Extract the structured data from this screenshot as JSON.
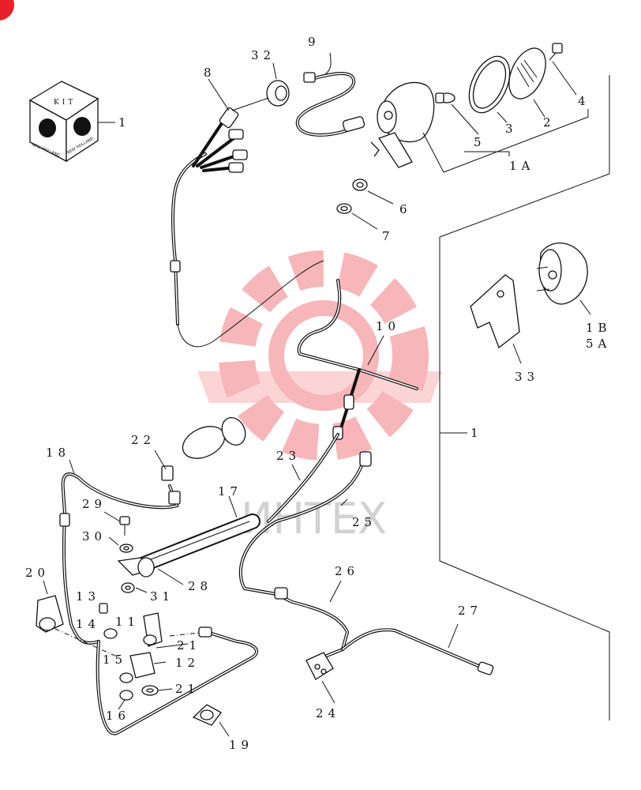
{
  "kit": {
    "text": "KIT",
    "brand": "NEW HOLLAND"
  },
  "watermark": {
    "text": "ИНТЕХ",
    "color": "#e8202a"
  },
  "corner_mark": {
    "color": "#e8202a"
  },
  "callouts": [
    {
      "id": "c1a",
      "label": "1"
    },
    {
      "id": "c9",
      "label": "9"
    },
    {
      "id": "c32",
      "label": "32"
    },
    {
      "id": "c8",
      "label": "8"
    },
    {
      "id": "c4",
      "label": "4"
    },
    {
      "id": "c2",
      "label": "2"
    },
    {
      "id": "c3",
      "label": "3"
    },
    {
      "id": "c5",
      "label": "5"
    },
    {
      "id": "c1A",
      "label": "1A"
    },
    {
      "id": "c6",
      "label": "6"
    },
    {
      "id": "c7",
      "label": "7"
    },
    {
      "id": "c1B",
      "label": "1B"
    },
    {
      "id": "c5A",
      "label": "5A"
    },
    {
      "id": "c33",
      "label": "33"
    },
    {
      "id": "c10",
      "label": "10"
    },
    {
      "id": "c1b",
      "label": "1"
    },
    {
      "id": "c22",
      "label": "22"
    },
    {
      "id": "c18",
      "label": "18"
    },
    {
      "id": "c23",
      "label": "23"
    },
    {
      "id": "c17",
      "label": "17"
    },
    {
      "id": "c25",
      "label": "25"
    },
    {
      "id": "c29",
      "label": "29"
    },
    {
      "id": "c30",
      "label": "30"
    },
    {
      "id": "c28",
      "label": "28"
    },
    {
      "id": "c31",
      "label": "31"
    },
    {
      "id": "c26",
      "label": "26"
    },
    {
      "id": "c27",
      "label": "27"
    },
    {
      "id": "c20",
      "label": "20"
    },
    {
      "id": "c13",
      "label": "13"
    },
    {
      "id": "c11",
      "label": "11"
    },
    {
      "id": "c14",
      "label": "14"
    },
    {
      "id": "c21a",
      "label": "21"
    },
    {
      "id": "c12",
      "label": "12"
    },
    {
      "id": "c15",
      "label": "15"
    },
    {
      "id": "c21b",
      "label": "21"
    },
    {
      "id": "c16",
      "label": "16"
    },
    {
      "id": "c24",
      "label": "24"
    },
    {
      "id": "c19",
      "label": "19"
    }
  ]
}
